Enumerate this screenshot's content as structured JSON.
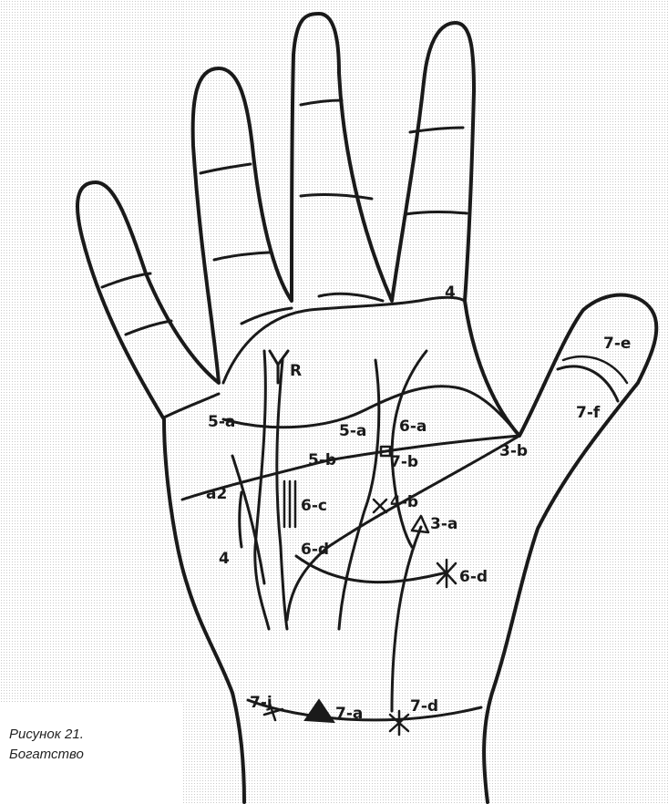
{
  "labels": {
    "l5a_left": "5-a",
    "l5a_mid": "5-a",
    "l5b": "5-b",
    "l6a": "6-a",
    "l7b": "7-b",
    "l3b": "3-b",
    "la2": "a2",
    "l6c": "6-c",
    "l4b": "4-b",
    "l3a": "3-a",
    "l6d_small": "6-d",
    "l6d": "6-d",
    "l4": "4",
    "l7e": "7-e",
    "l7f": "7-f",
    "l7j": "7-j",
    "l7a": "7-a",
    "l7d": "7-d",
    "l4top": "4",
    "lr": "R"
  },
  "caption": {
    "line1": "Рисунок 21.",
    "line2": "Богатство"
  }
}
